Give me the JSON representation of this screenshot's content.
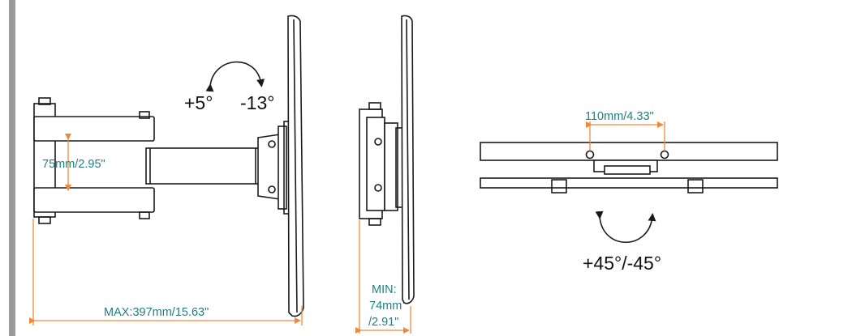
{
  "colors": {
    "line": "#1a1a1a",
    "dimension": "#f08a3a",
    "dimension_text": "#1f7f86",
    "rule": "#9a9a9a"
  },
  "side_view": {
    "tilt_up": "+5°",
    "tilt_down": "-13°",
    "vesa_height": "75mm/2.95\"",
    "max_extension": "MAX:397mm/15.63\""
  },
  "collapsed_view": {
    "min_line1": "MIN:",
    "min_line2": "74mm",
    "min_line3": "/2.91\""
  },
  "top_view": {
    "vesa_width": "110mm/4.33\"",
    "swivel": "+45°/-45°"
  }
}
